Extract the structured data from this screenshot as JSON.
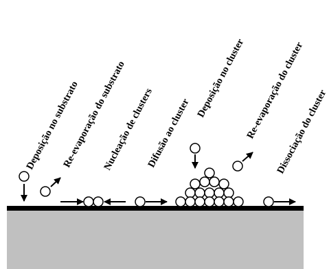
{
  "diagram": {
    "colors": {
      "substrate": "#c0c0c0",
      "surface": "#000000",
      "adatom_fill": "#ffffff",
      "stroke": "#000000"
    },
    "labels": {
      "deposition_substrate": "Deposição no substrato",
      "reevaporation_substrate": "Re-evaporação do substrato",
      "cluster_nucleation": "Nucleação de clusters",
      "diffusion_to_cluster": "Difusão ao cluster",
      "deposition_cluster": "Deposição no cluster",
      "reevaporation_cluster": "Re-evaporação do cluster",
      "cluster_dissociation": "Dissociação do cluster"
    },
    "icons": {
      "adatom": "adatom-circle-icon",
      "arrow": "arrow-icon"
    }
  }
}
